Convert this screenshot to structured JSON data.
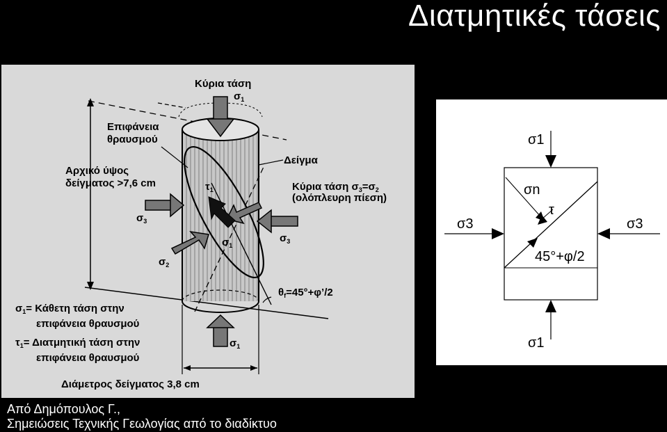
{
  "title": "Διατμητικές τάσεις",
  "credit": {
    "line1": "Από Δημόπουλος Γ.,",
    "line2": "Σημειώσεις Τεχνικής Γεωλογίας από το διαδίκτυο"
  },
  "left_diagram": {
    "principal_stress_title": "Κύρια τάση",
    "sigma": "σ",
    "tau": "τ",
    "theta": "θ",
    "sub_1": "1",
    "sub_2": "2",
    "sub_3": "3",
    "sub_f": "f",
    "failure_surface_1": "Επιφάνεια",
    "failure_surface_2": "θραυσμού",
    "initial_height_1": "Αρχικό ύψος",
    "initial_height_2": "δείγματος >7,6 cm",
    "sample": "Δείγμα",
    "confining_1_prefix": "Κύρια τάση σ",
    "confining_1_mid": "=σ",
    "confining_2": "(ολόπλευρη πίεση)",
    "angle_label": "=45°+φ’/2",
    "legend_sigma1_line1": "= Κάθετη τάση στην",
    "legend_sigma1_line2": "επιφάνεια θραυσμού",
    "legend_tau1_line1": "= Διατμητική τάση στην",
    "legend_tau1_line2": "επιφάνεια θραυσμού",
    "diameter": "Διάμετρος δείγματος 3,8 cm"
  },
  "right_diagram": {
    "sigma1_top": "σ1",
    "sigma1_bottom": "σ1",
    "sigma3_left": "σ3",
    "sigma3_right": "σ3",
    "sigma_n": "σn",
    "tau": "τ",
    "angle": "45°+φ/2"
  }
}
